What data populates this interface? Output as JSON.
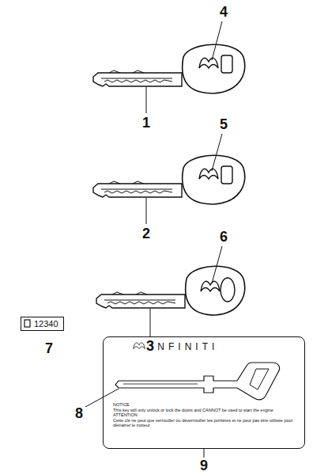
{
  "diagram": {
    "nodes": [
      {
        "text": [
          "12340"
        ]
      },
      {
        "text": [
          "INFINITI",
          "NOTICE",
          "This key will only unlock or lock the doors and CANNOT be used to start the engine",
          "ATTENTION",
          "Cette clé ne peut que verrouiller ou déverrouiller les portières et ne peut pas être utilisée pour démarrer le moteur"
        ]
      }
    ],
    "labels": [
      "4",
      "1",
      "5",
      "2",
      "6",
      "3",
      "7",
      "8",
      "9"
    ]
  }
}
